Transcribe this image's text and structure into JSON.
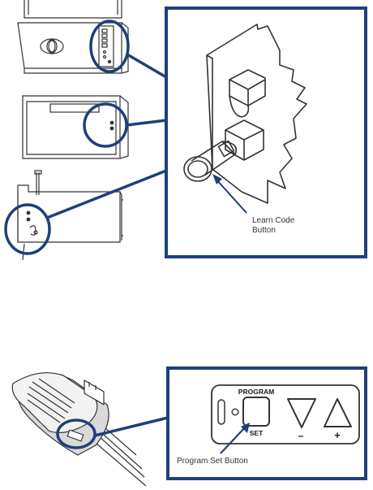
{
  "figure_top": {
    "callout_label_line1": "Learn Code",
    "callout_label_line2": "Button"
  },
  "figure_bottom": {
    "program_label": "PROGRAM",
    "set_label": "SET",
    "minus_label": "–",
    "plus_label": "+",
    "callout_label": "Program Set Button"
  },
  "colors": {
    "frame": "#1f3f7a",
    "line": "#333333"
  }
}
